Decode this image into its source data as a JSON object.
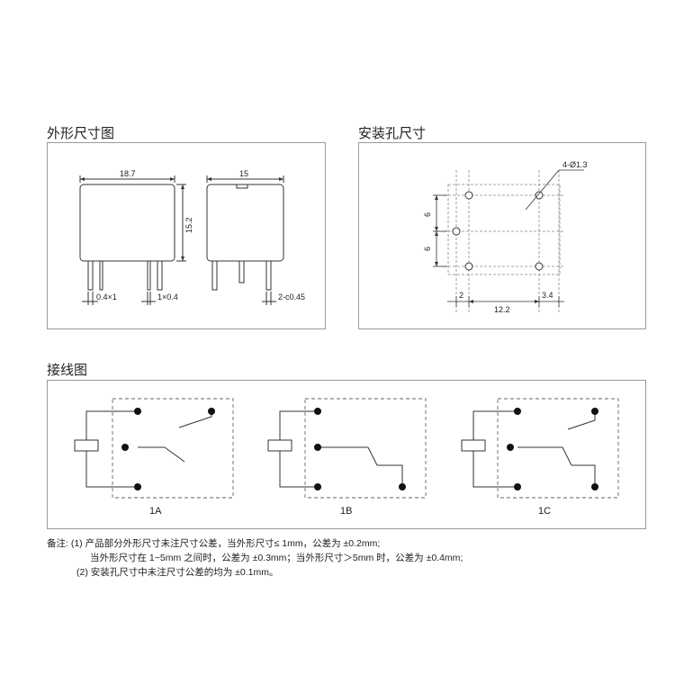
{
  "sections": {
    "outline_title": "外形尺寸图",
    "mounting_title": "安装孔尺寸",
    "wiring_title": "接线图"
  },
  "outline": {
    "front_width": "18.7",
    "side_width": "15",
    "height": "15.2",
    "pin_front_left": "0.4×1",
    "pin_front_right": "1×0.4",
    "pin_side": "2-c0.45"
  },
  "mounting": {
    "hole_label": "4-Ø1.3",
    "vert_dim_1": "6",
    "vert_dim_2": "6",
    "horiz_dim_left": "2",
    "horiz_dim_mid": "12.2",
    "horiz_dim_right": "3.4"
  },
  "wiring": {
    "labels": [
      "1A",
      "1B",
      "1C"
    ]
  },
  "notes": {
    "prefix": "备注:",
    "line1": "(1) 产品部分外形尺寸未注尺寸公差，当外形尺寸≤ 1mm，公差为 ±0.2mm;",
    "line2": "当外形尺寸在 1~5mm 之间时，公差为 ±0.3mm；当外形尺寸＞5mm 时，公差为 ±0.4mm;",
    "line3": "(2) 安装孔尺寸中未注尺寸公差的均为 ±0.1mm。"
  },
  "colors": {
    "border": "#9a9a9a",
    "line": "#333333",
    "dashed": "#888888"
  }
}
